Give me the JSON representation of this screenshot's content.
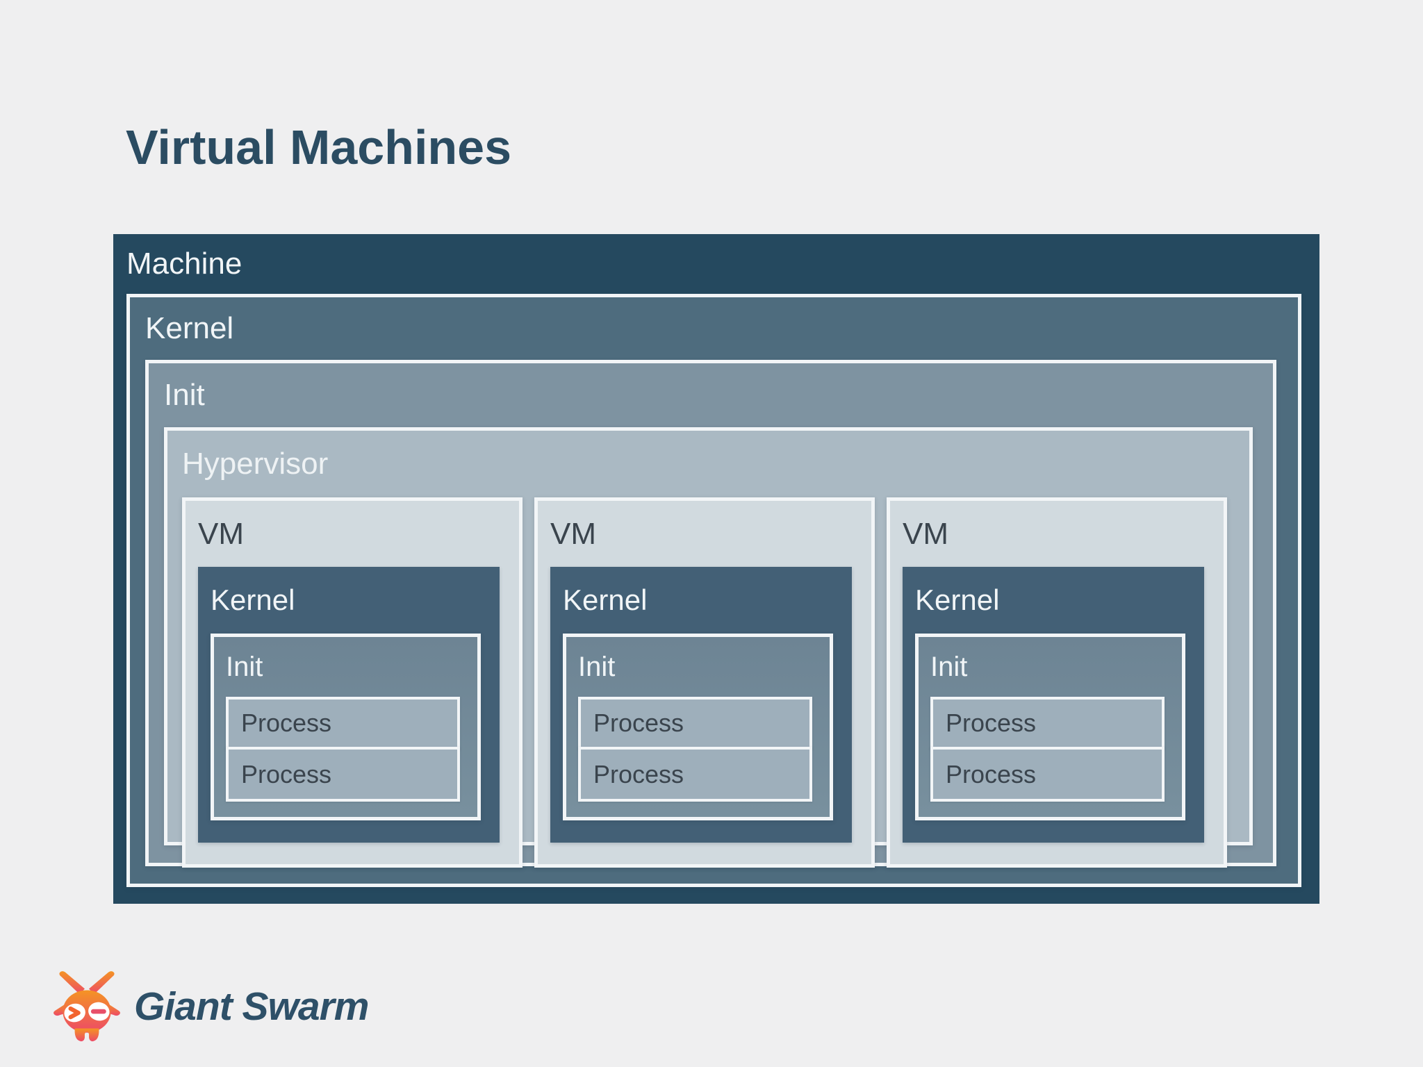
{
  "title": "Virtual Machines",
  "diagram": {
    "machine_label": "Machine",
    "kernel_label": "Kernel",
    "init_label": "Init",
    "hypervisor_label": "Hypervisor",
    "vms": [
      {
        "label": "VM",
        "kernel_label": "Kernel",
        "init_label": "Init",
        "processes": [
          "Process",
          "Process"
        ]
      },
      {
        "label": "VM",
        "kernel_label": "Kernel",
        "init_label": "Init",
        "processes": [
          "Process",
          "Process"
        ]
      },
      {
        "label": "VM",
        "kernel_label": "Kernel",
        "init_label": "Init",
        "processes": [
          "Process",
          "Process"
        ]
      }
    ]
  },
  "logo": {
    "text": "Giant Swarm"
  },
  "colors": {
    "page": "#efeff0",
    "title_text": "#2b4c62",
    "machine": "#25495f",
    "kernel": "#4e6c7e",
    "init": "#7e93a1",
    "hypervisor": "#aab9c3",
    "vm": "#d1dadf",
    "vm_kernel": "#436076",
    "vm_init": "#6d8494",
    "vm_init2": "#78909e",
    "process": "#9eafbb",
    "border": "#f2f5f7",
    "light_text": "#f1f5f7",
    "dark_text": "#3a444d",
    "logo_text": "#2e5068",
    "logo_orange": "#f49424",
    "logo_pink": "#ed4a67",
    "logo_chevron": "#f2642f",
    "logo_minus": "#e8506a"
  }
}
